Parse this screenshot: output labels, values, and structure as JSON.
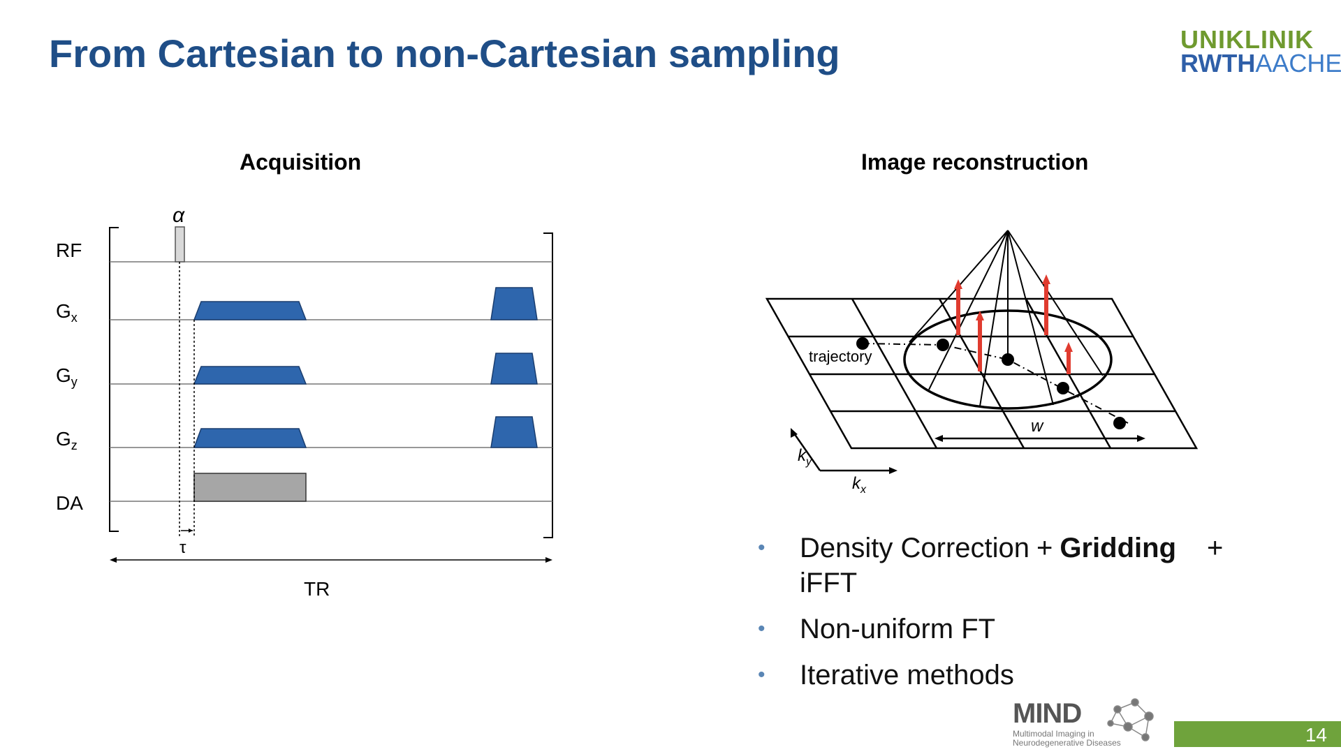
{
  "slide": {
    "title": "From Cartesian to non-Cartesian sampling",
    "page_number": "14"
  },
  "logo": {
    "line1": "UNIKLINIK",
    "line2_bold": "RWTH",
    "line2_light": "AACHEN"
  },
  "acquisition": {
    "heading": "Acquisition",
    "rows": [
      {
        "label": "RF",
        "sub": ""
      },
      {
        "label": "G",
        "sub": "x"
      },
      {
        "label": "G",
        "sub": "y"
      },
      {
        "label": "G",
        "sub": "z"
      },
      {
        "label": "DA",
        "sub": ""
      }
    ],
    "flip_angle": "α",
    "tau": "τ",
    "tr": "TR",
    "colors": {
      "gradient": "#2e66ad",
      "readout": "#a6a6a6",
      "rf_pulse": "#d9d9d9"
    }
  },
  "reconstruction": {
    "heading": "Image reconstruction",
    "trajectory_label": "trajectory",
    "w_label": "w",
    "kx_label": "k",
    "kx_sub": "x",
    "ky_label": "k",
    "ky_sub": "y",
    "colors": {
      "arrows": "#e03b2f"
    }
  },
  "bullets": {
    "item1_a": "Density Correction",
    "item1_plus1": "+",
    "item1_b": "Gridding",
    "item1_plus2": "+",
    "item1_c": "iFFT",
    "item2": "Non-uniform FT",
    "item3": "Iterative methods"
  },
  "mind_logo": {
    "word": "MIND",
    "sub1": "Multimodal Imaging in",
    "sub2": "Neurodegenerative Diseases"
  }
}
